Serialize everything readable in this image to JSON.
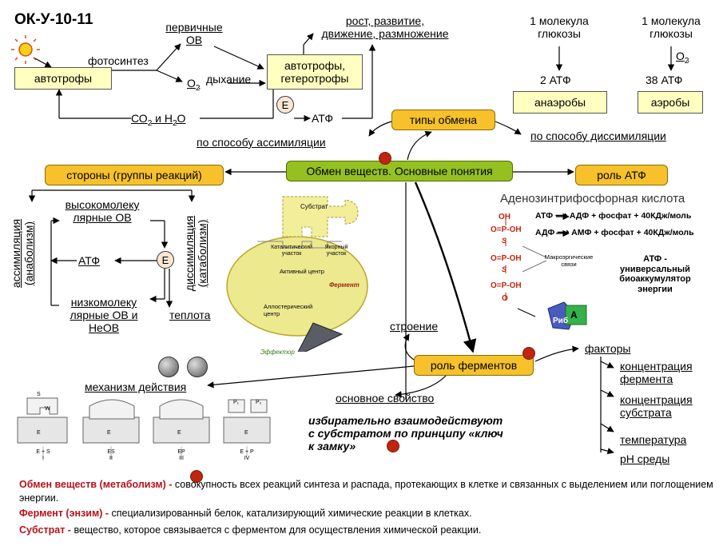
{
  "title": "ОК-У-10-11",
  "colors": {
    "box_fill": "#ffffc0",
    "pill_yellow": "#f6c12a",
    "pill_green": "#94c11f",
    "term_red": "#b5121b",
    "enzyme_fill": "#ece98e",
    "substrate_fill": "#f3ee9a"
  },
  "top": {
    "autotrophs": "автотрофы",
    "photosynthesis": "фотосинтез",
    "primary_line1": "первичные",
    "primary_line2": "ОВ",
    "o2": "О",
    "o2_sub": "2",
    "respiration": "дыхание",
    "auto_hetero_line1": "автотрофы,",
    "auto_hetero_line2": "гетеротрофы",
    "growth_line1": "рост, развитие,",
    "growth_line2": "движение, размножение",
    "e_circle": "Е",
    "co2_a": "СО",
    "co2_sub": "2",
    "co2_b": " и Н",
    "h2o_sub": "2",
    "h2o_b": "О",
    "atp": "АТФ"
  },
  "types": {
    "label": "типы обмена",
    "by_assimilation": "по способу ассимиляции",
    "by_dissimilation": "по способу диссимиляции"
  },
  "glucose": {
    "left_line1": "1 молекула",
    "left_line2": "глюкозы",
    "right_line1": "1 молекула",
    "right_line2": "глюкозы",
    "o2": "О",
    "o2_sub": "2",
    "atp2": "2 АТФ",
    "atp38": "38 АТФ",
    "anaerobes": "анаэробы",
    "aerobes": "аэробы"
  },
  "main": {
    "center": "Обмен веществ. Основные понятия",
    "sides": "стороны (группы реакций)",
    "atp_role": "роль АТФ",
    "enzyme_role": "роль ферментов"
  },
  "sides": {
    "high_line1": "высокомолеку",
    "high_line2": "лярные ОВ",
    "atp": "АТФ",
    "e_circle": "Е",
    "low_line1": "низкомолеку",
    "low_line2": "лярные ОВ и",
    "low_line3": "НеОВ",
    "heat": "теплота",
    "assim_line1": "ассимиляция",
    "assim_line2": "(анаболизм)",
    "dissim_line1": "диссимиляция",
    "dissim_line2": "(катаболизм)"
  },
  "atp": {
    "acid_title": "Аденозинтрифосфорная кислота",
    "eq1": "АТФ ⟶ АДФ + фосфат + 40КДж/моль",
    "eq2": "АДФ ⟶ АМФ + фосфат + 40КДж/моль",
    "oh": "OH",
    "o_p_oh": "O=P-OH",
    "o": "O",
    "s": "S",
    "macro_line1": "Макроэргические",
    "macro_line2": "связи",
    "rib": "Риб",
    "a": "А",
    "univ_line1": "АТФ -",
    "univ_line2": "универсальный",
    "univ_line3": "биоаккумулятор",
    "univ_line4": "энергии"
  },
  "enzyme": {
    "substrate": "Субстрат",
    "catalytic_line1": "Каталитический",
    "catalytic_line2": "участок",
    "anchor_line1": "Якорный",
    "anchor_line2": "участок",
    "active_center": "Активный центр",
    "enzyme": "Фермент",
    "allosteric_line1": "Аллостерический",
    "allosteric_line2": "центр",
    "effector": "Эффектор"
  },
  "enzyme_role": {
    "structure": "строение",
    "mechanism": "механизм действия",
    "main_property": "основное свойство",
    "selective_line1": "избирательно взаимодействуют",
    "selective_line2": "с субстратом по принципу «ключ",
    "selective_line3": "к замку»",
    "factors": "факторы",
    "factor_items": [
      "концентрация",
      "фермента",
      "концентрация",
      "субстрата",
      "температура",
      "pH среды"
    ]
  },
  "mechanism": {
    "labels": [
      "S",
      "W",
      "E",
      "E",
      "E",
      "P₁",
      "P₂",
      "E"
    ],
    "captions": [
      "E + S",
      "ES",
      "EP",
      "E + P"
    ],
    "numerals": [
      "I",
      "II",
      "III",
      "IV"
    ]
  },
  "definitions": [
    {
      "term": "Обмен веществ (метаболизм) - ",
      "text": "совокупность всех реакций синтеза и распада, протекающих в клетке и связанных с выделением или поглощением энергии."
    },
    {
      "term": "Фермент (энзим) - ",
      "text": "специализированный белок, катализирующий химические реакции в клетках."
    },
    {
      "term": "Субстрат - ",
      "text": "вещество, которое связывается с ферментом для осуществления химической реакции."
    }
  ]
}
